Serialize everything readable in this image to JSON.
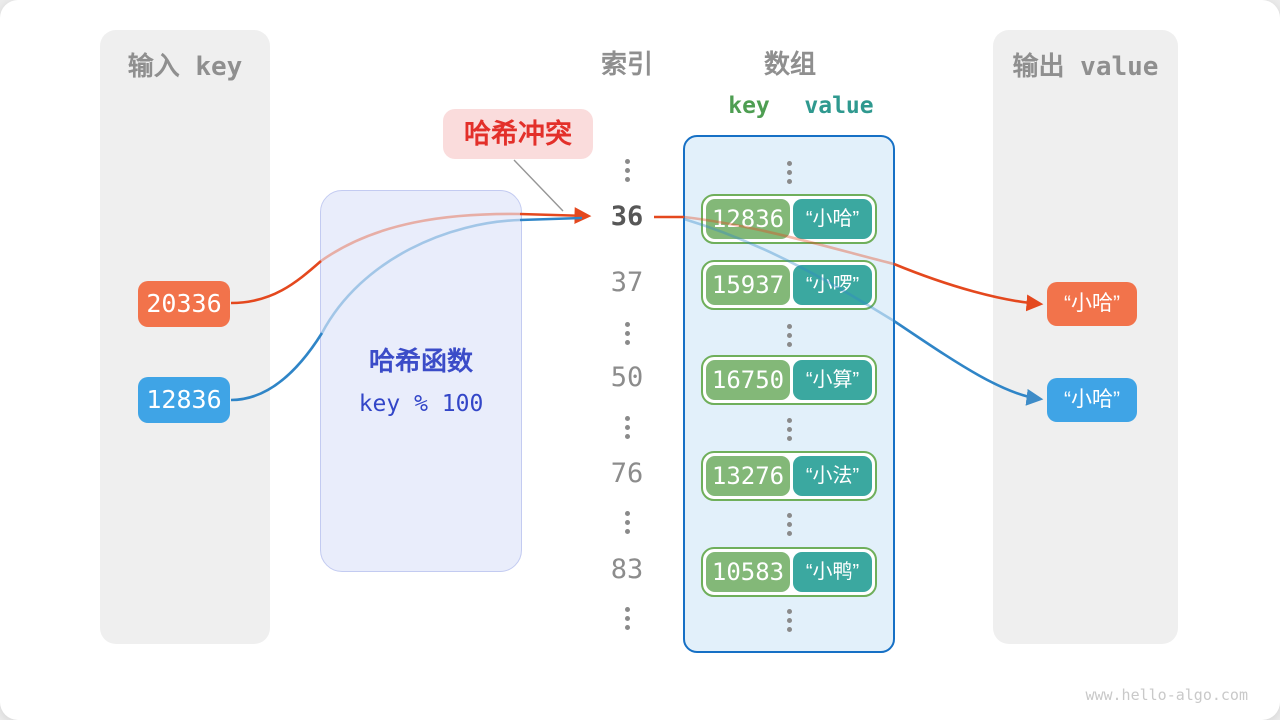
{
  "page": {
    "watermark": "www.hello-algo.com"
  },
  "colors": {
    "accent_orange": "#f2734b",
    "accent_blue": "#3fa4e6",
    "line_orange": "#e4481e",
    "line_blue": "#2f85c7",
    "key_cell_green": "#83b878",
    "value_cell_teal": "#3ba8a0",
    "pair_border_green": "#6faf5b",
    "array_border_blue": "#1670c5",
    "array_fill": "#e2f0fa",
    "hash_fill": "#e9edfb",
    "hash_text": "#3b4cc8",
    "collision_red": "#e3302a",
    "collision_bg": "#fadcdc",
    "panel_gray": "#efefef"
  },
  "input_panel": {
    "title": "输入 key",
    "keys": [
      {
        "label": "20336",
        "color": "orange"
      },
      {
        "label": "12836",
        "color": "blue"
      }
    ]
  },
  "hash_box": {
    "title": "哈希函数",
    "formula": "key % 100"
  },
  "collision_label": {
    "text": "哈希冲突"
  },
  "index_column": {
    "title": "索引",
    "items": [
      {
        "type": "dots"
      },
      {
        "type": "index",
        "label": "36",
        "highlight": true
      },
      {
        "type": "index",
        "label": "37"
      },
      {
        "type": "dots"
      },
      {
        "type": "index",
        "label": "50"
      },
      {
        "type": "dots"
      },
      {
        "type": "index",
        "label": "76"
      },
      {
        "type": "dots"
      },
      {
        "type": "index",
        "label": "83"
      },
      {
        "type": "dots"
      }
    ]
  },
  "array_panel": {
    "title": "数组",
    "key_header": "key",
    "value_header": "value",
    "rows": [
      {
        "type": "dots"
      },
      {
        "type": "pair",
        "key": "12836",
        "value": "“小哈”"
      },
      {
        "type": "pair",
        "key": "15937",
        "value": "“小啰”"
      },
      {
        "type": "dots"
      },
      {
        "type": "pair",
        "key": "16750",
        "value": "“小算”"
      },
      {
        "type": "dots"
      },
      {
        "type": "pair",
        "key": "13276",
        "value": "“小法”"
      },
      {
        "type": "dots"
      },
      {
        "type": "pair",
        "key": "10583",
        "value": "“小鸭”"
      },
      {
        "type": "dots"
      }
    ]
  },
  "output_panel": {
    "title": "输出 value",
    "values": [
      {
        "label": "“小哈”",
        "color": "orange"
      },
      {
        "label": "“小哈”",
        "color": "blue"
      }
    ]
  }
}
